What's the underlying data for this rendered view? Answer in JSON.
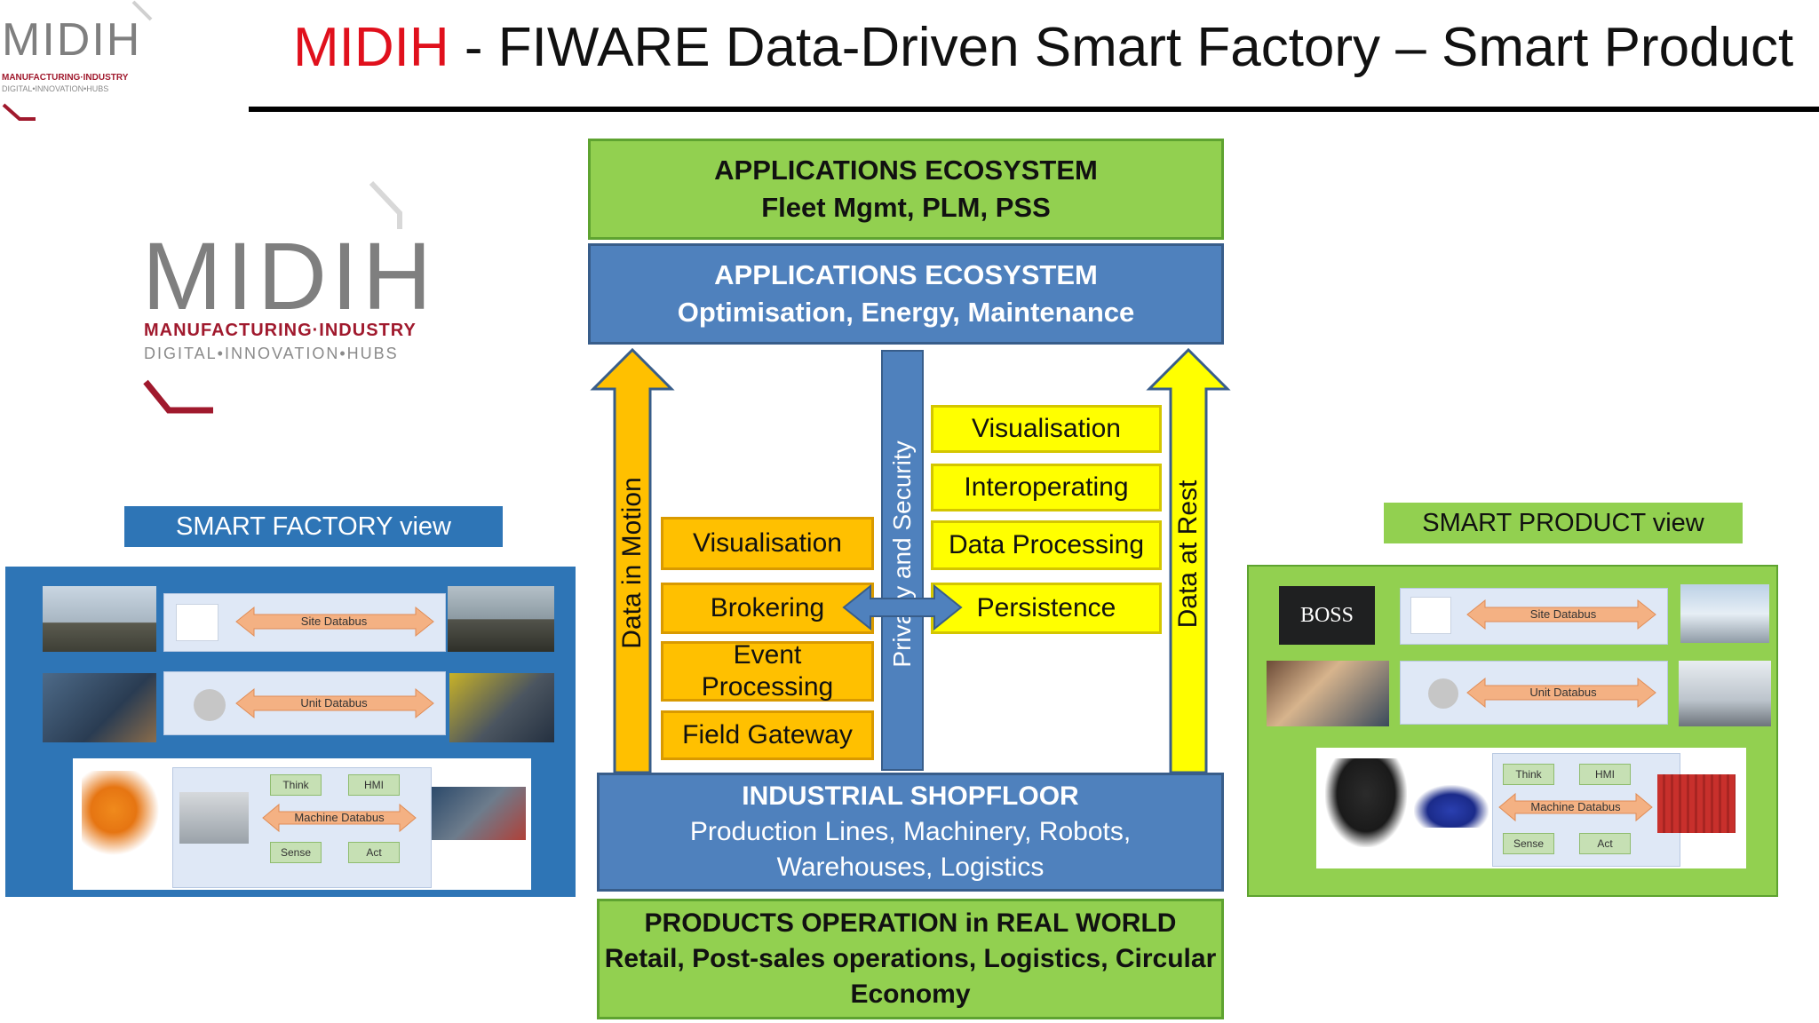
{
  "header": {
    "title_brand": "MIDIH",
    "title_rest": " - FIWARE Data-Driven Smart Factory – Smart Product",
    "logo_small": {
      "name": "MIDIH",
      "line1": "MANUFACTURING·INDUSTRY",
      "line2": "DIGITAL•INNOVATION•HUBS"
    },
    "logo_large": {
      "name": "MIDIH",
      "line1": "MANUFACTURING·INDUSTRY",
      "line2": "DIGITAL•INNOVATION•HUBS"
    }
  },
  "diagram": {
    "apps_top": {
      "title": "APPLICATIONS ECOSYSTEM",
      "subtitle": "Fleet Mgmt, PLM, PSS"
    },
    "apps_mid": {
      "title": "APPLICATIONS ECOSYSTEM",
      "subtitle": "Optimisation, Energy, Maintenance"
    },
    "arrow_left_label": "Data in Motion",
    "arrow_right_label": "Data at Rest",
    "privacy_label": "Privacy and Security",
    "left_stack": [
      "Visualisation",
      "Brokering",
      "Event Processing",
      "Field Gateway"
    ],
    "right_stack": [
      "Visualisation",
      "Interoperating",
      "Data Processing",
      "Persistence"
    ],
    "shopfloor": {
      "title": "INDUSTRIAL SHOPFLOOR",
      "line1": "Production Lines, Machinery, Robots,",
      "line2": "Warehouses, Logistics"
    },
    "products": {
      "title": "PRODUCTS OPERATION in REAL WORLD",
      "line1": "Retail, Post-sales operations, Logistics, Circular",
      "line2": "Economy"
    }
  },
  "factory_view": {
    "label": "SMART FACTORY view",
    "site": "Site Databus",
    "unit": "Unit Databus",
    "machine": "Machine Databus",
    "think": "Think",
    "hmi": "HMI",
    "sense": "Sense",
    "act": "Act"
  },
  "product_view": {
    "label": "SMART PRODUCT view",
    "site": "Site Databus",
    "unit": "Unit Databus",
    "machine": "Machine Databus",
    "think": "Think",
    "hmi": "HMI",
    "sense": "Sense",
    "act": "Act",
    "brand_text": "BOSS"
  },
  "colors": {
    "brand_red": "#e0101c",
    "green": "#92d050",
    "blue": "#4f81bd",
    "yellow": "#ffff00",
    "orange": "#ffc000",
    "view_blue": "#2e75b6"
  }
}
